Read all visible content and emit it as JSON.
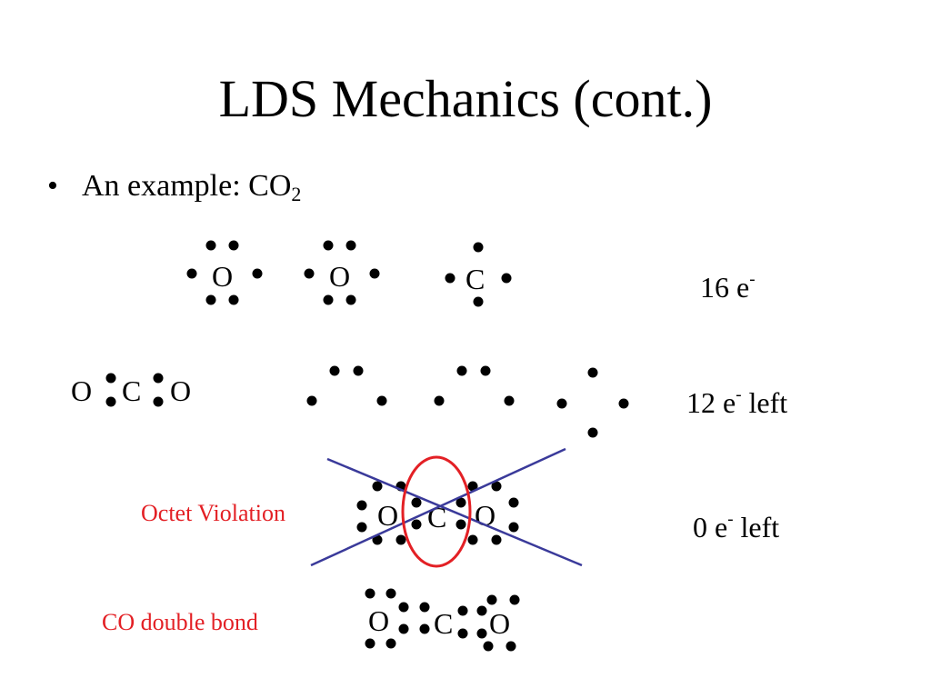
{
  "title": "LDS Mechanics (cont.)",
  "bullet": {
    "marker": "•",
    "text": "An example:  CO",
    "subscript": "2"
  },
  "atoms": {
    "O": "O",
    "C": "C"
  },
  "rows": [
    {
      "count": "16 e",
      "sup": "-",
      "rest": ""
    },
    {
      "count": "12 e",
      "sup": "-",
      "rest": " left"
    },
    {
      "count": "0 e",
      "sup": "-",
      "rest": " left"
    }
  ],
  "labels": {
    "octet_violation": "Octet Violation",
    "double_bond": "CO double bond"
  },
  "colors": {
    "text": "#000000",
    "label_red": "#e32025",
    "cross_line": "#3a3a9a",
    "highlight_circle": "#e32025"
  }
}
